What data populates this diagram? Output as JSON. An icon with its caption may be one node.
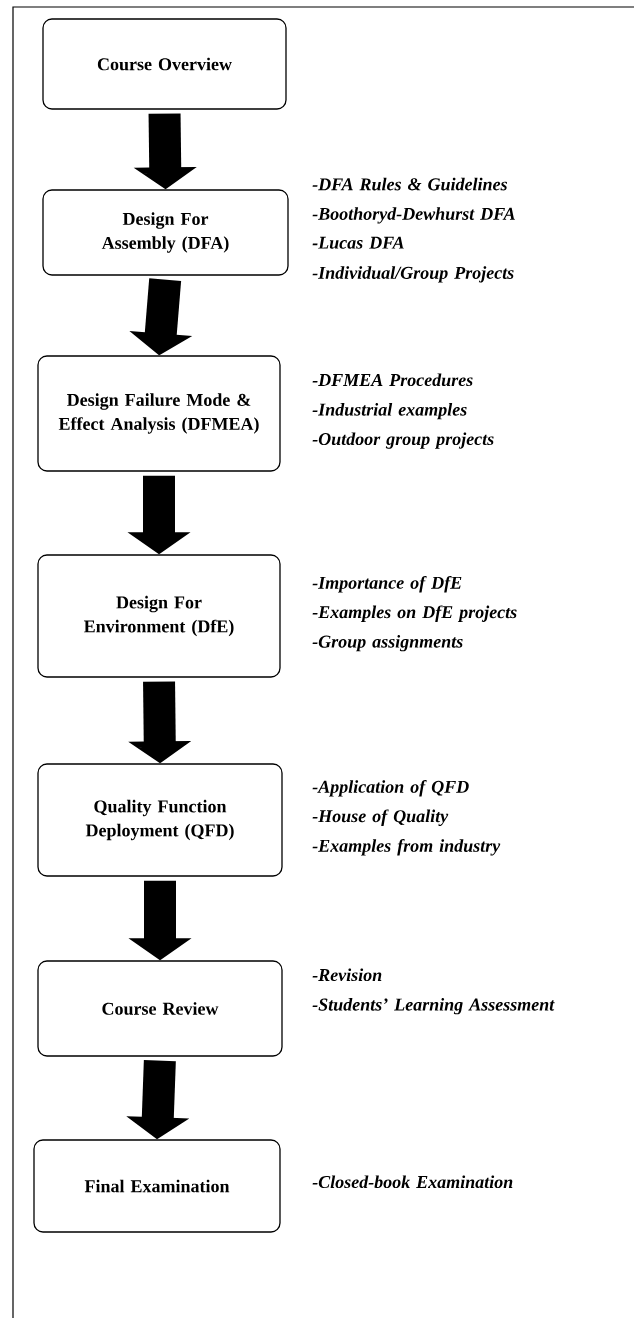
{
  "diagram": {
    "nodes": [
      {
        "text": [
          "Course Overview"
        ]
      },
      {
        "text": [
          "Design For Assembly (DFA)"
        ],
        "beside": [
          "-DFA Rules & Guidelines",
          "-Boothoryd-Dewhurst DFA",
          "-Lucas DFA",
          "-Individual/Group Projects"
        ]
      },
      {
        "text": [
          "Design Failure Mode & Effect Analysis (DFMEA)"
        ],
        "beside": [
          "-DFMEA Procedures",
          "-Industrial examples",
          "-Outdoor group projects"
        ]
      },
      {
        "text": [
          "Design For Environment (DfE)"
        ],
        "beside": [
          "-Importance of DfE",
          "-Examples on DfE projects",
          "-Group assignments"
        ]
      },
      {
        "text": [
          "Quality Function Deployment (QFD)"
        ],
        "beside": [
          "-Application of QFD",
          "-House of Quality",
          "-Examples from industry"
        ]
      },
      {
        "text": [
          "Course Review"
        ],
        "beside": [
          "-Revision",
          "-Students’ Learning Assessment"
        ]
      },
      {
        "text": [
          "Final Examination"
        ],
        "beside": [
          "-Closed-book Examination"
        ]
      }
    ],
    "edges": [
      {
        "from": 0,
        "to": 1,
        "arrow": "to"
      },
      {
        "from": 1,
        "to": 2,
        "arrow": "to"
      },
      {
        "from": 2,
        "to": 3,
        "arrow": "to"
      },
      {
        "from": 3,
        "to": 4,
        "arrow": "to"
      },
      {
        "from": 4,
        "to": 5,
        "arrow": "to"
      },
      {
        "from": 5,
        "to": 6,
        "arrow": "to"
      }
    ]
  }
}
